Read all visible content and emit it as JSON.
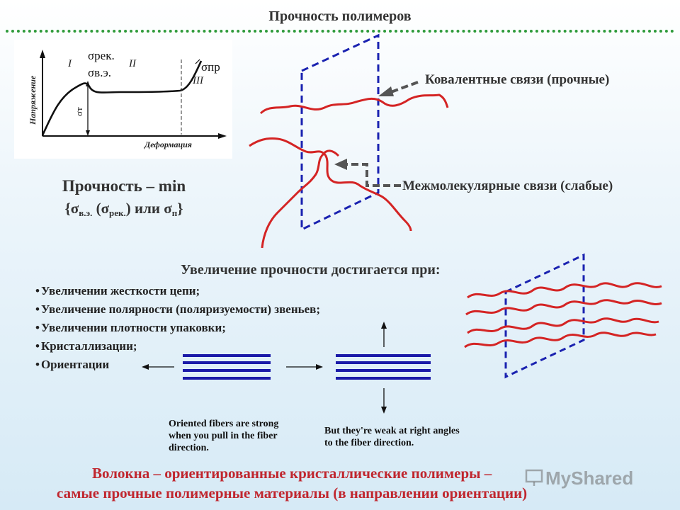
{
  "title": "Прочность полимеров",
  "stress_strain_graph": {
    "y_axis_label": "Напряжение",
    "x_axis_label": "Деформация",
    "region_labels": [
      "I",
      "II",
      "III"
    ],
    "sigma_t": "σт",
    "sigma_rek": "σрек.",
    "sigma_ve": "σв.э.",
    "sigma_pr": "σпр"
  },
  "strength_min": {
    "line1": "Прочность – min",
    "open": "{σ",
    "sub_ve": "в.э.",
    "mid1": " (σ",
    "sub_rek": "рек.",
    "mid2": ") или σ",
    "sub_p": "п",
    "close": "}"
  },
  "bond_labels": {
    "covalent": "Ковалентные связи (прочные)",
    "intermolecular": "Межмолекулярные связи (слабые)"
  },
  "increase": {
    "title": "Увеличение прочности достигается при:",
    "items": [
      "Увеличении жесткости цепи;",
      "Увеличение полярности (поляризуемости) звеньев;",
      "Увеличении плотности упаковки;",
      "Кристаллизации;",
      "Ориентации"
    ]
  },
  "fiber_notes": {
    "strong": "Oriented fibers are strong when you pull in the fiber direction.",
    "weak": "But they're weak at right angles to the fiber direction."
  },
  "footer": {
    "line1": "Волокна – ориентированные кристаллические полимеры –",
    "line2": "самые прочные полимерные материалы (в направлении ориентации)"
  },
  "watermark": "MyShared",
  "colors": {
    "chain": "#d42424",
    "plane": "#1a22b0",
    "fiber": "#1a1aa8",
    "footer": "#c0262e",
    "divider": "#2e9a3a"
  }
}
